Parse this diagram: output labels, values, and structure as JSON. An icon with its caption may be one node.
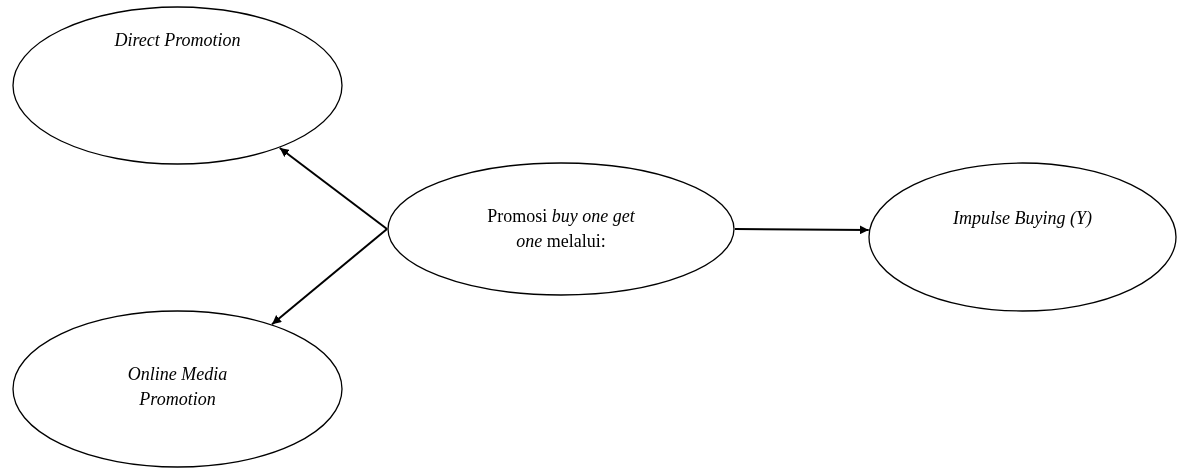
{
  "diagram": {
    "nodes": [
      {
        "text": [
          "Direct Promotion"
        ]
      },
      {
        "text": [
          "Promosi *buy one get one* melalui:"
        ]
      },
      {
        "text": [
          "Impulse Buying (Y)"
        ]
      },
      {
        "text": [
          "Online Media Promotion"
        ]
      }
    ],
    "edges": [
      {
        "from": 1,
        "to": 0,
        "arrow": "to"
      },
      {
        "from": 1,
        "to": 3,
        "arrow": "to"
      },
      {
        "from": 1,
        "to": 2,
        "arrow": "to"
      }
    ]
  }
}
